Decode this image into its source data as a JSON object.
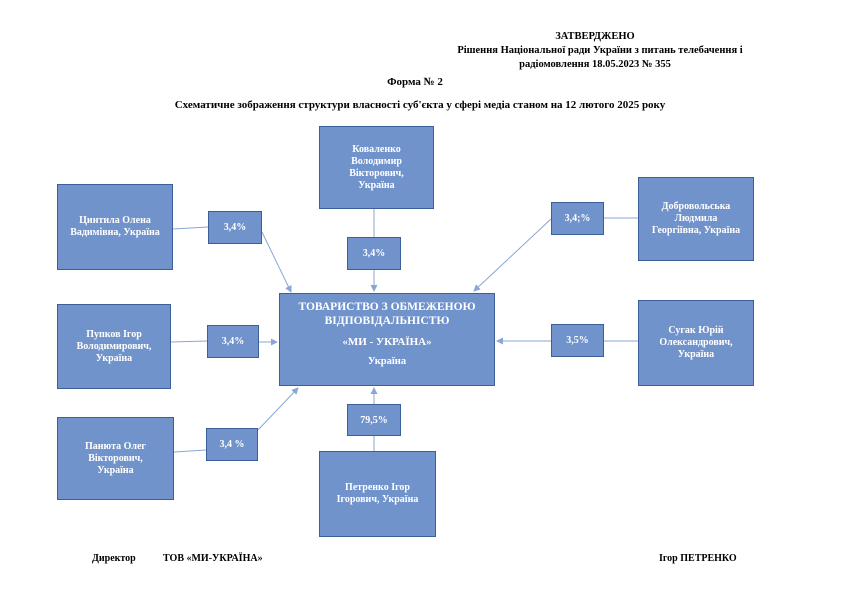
{
  "header": {
    "approved": "ЗАТВЕРДЖЕНО",
    "decision_line1": "Рішення Національної ради України з питань телебачення і",
    "decision_line2": "радіомовлення 18.05.2023 № 355",
    "form": "Форма № 2",
    "title": "Схематичне зображення структури власності суб'єкта у сфері медіа станом на 12 лютого 2025 року"
  },
  "center": {
    "line1": "ТОВАРИСТВО З ОБМЕЖЕНОЮ",
    "line2": "ВІДПОВІДАЛЬНІСТЮ",
    "name": "«МИ - УКРАЇНА»",
    "country": "Україна"
  },
  "owners": [
    {
      "id": "kovalenko",
      "lines": [
        "Коваленко",
        "Володимир",
        "Вікторович,",
        "Україна"
      ],
      "share": "3,4%"
    },
    {
      "id": "tsyntyla",
      "lines": [
        "Цинтила Олена",
        "Вадимівна, Україна"
      ],
      "share": "3,4%"
    },
    {
      "id": "dobrovolska",
      "lines": [
        "Добровольська",
        "Людмила",
        "Георгіївна, Україна"
      ],
      "share": "3,4;%"
    },
    {
      "id": "pupkov",
      "lines": [
        "Пупков Ігор",
        "Володимирович,",
        "Україна"
      ],
      "share": "3,4%"
    },
    {
      "id": "suhak",
      "lines": [
        "Сугак Юрій",
        "Олександрович,",
        "Україна"
      ],
      "share": "3,5%"
    },
    {
      "id": "paniuta",
      "lines": [
        "Панюта Олег",
        "Вікторович,",
        "Україна"
      ],
      "share": "3,4 %"
    },
    {
      "id": "petrenko",
      "lines": [
        "Петренко Ігор",
        "Ігорович, Україна"
      ],
      "share": "79,5%"
    }
  ],
  "footer": {
    "director": "Директор",
    "company": "ТОВ «МИ-УКРАЇНА»",
    "signer": "Ігор ПЕТРЕНКО"
  },
  "colors": {
    "box_fill": "#7193cc",
    "box_border": "#3b5f99",
    "line": "#8aa6d6"
  }
}
